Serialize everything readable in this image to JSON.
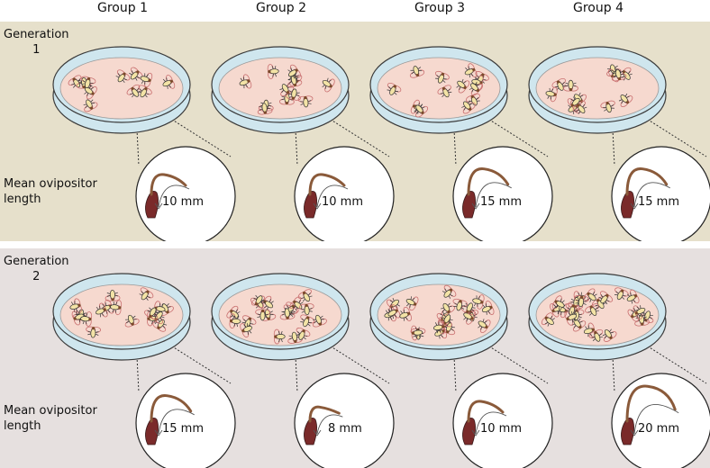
{
  "groups": [
    "Group 1",
    "Group 2",
    "Group 3",
    "Group 4"
  ],
  "generations": [
    {
      "label_line1": "Generation",
      "label_line2": "1",
      "measure_line1": "Mean ovipositor",
      "measure_line2": "length",
      "background": "#e6e0cb",
      "lengths": [
        "10 mm",
        "10 mm",
        "15 mm",
        "15 mm"
      ],
      "fly_counts": [
        11,
        12,
        13,
        13
      ]
    },
    {
      "label_line1": "Generation",
      "label_line2": "2",
      "measure_line1": "Mean ovipositor",
      "measure_line2": "length",
      "background": "#e6e0df",
      "lengths": [
        "15 mm",
        "8 mm",
        "10 mm",
        "20 mm"
      ],
      "fly_counts": [
        17,
        20,
        22,
        24
      ]
    }
  ],
  "colors": {
    "dish_rim": "#cfe6ee",
    "dish_stroke": "#3b3b3b",
    "agar": "#f6d9cf",
    "fly_body": "#f3e3a6",
    "fly_wing": "#c97070",
    "ovipositor": "#8a5a3a"
  }
}
